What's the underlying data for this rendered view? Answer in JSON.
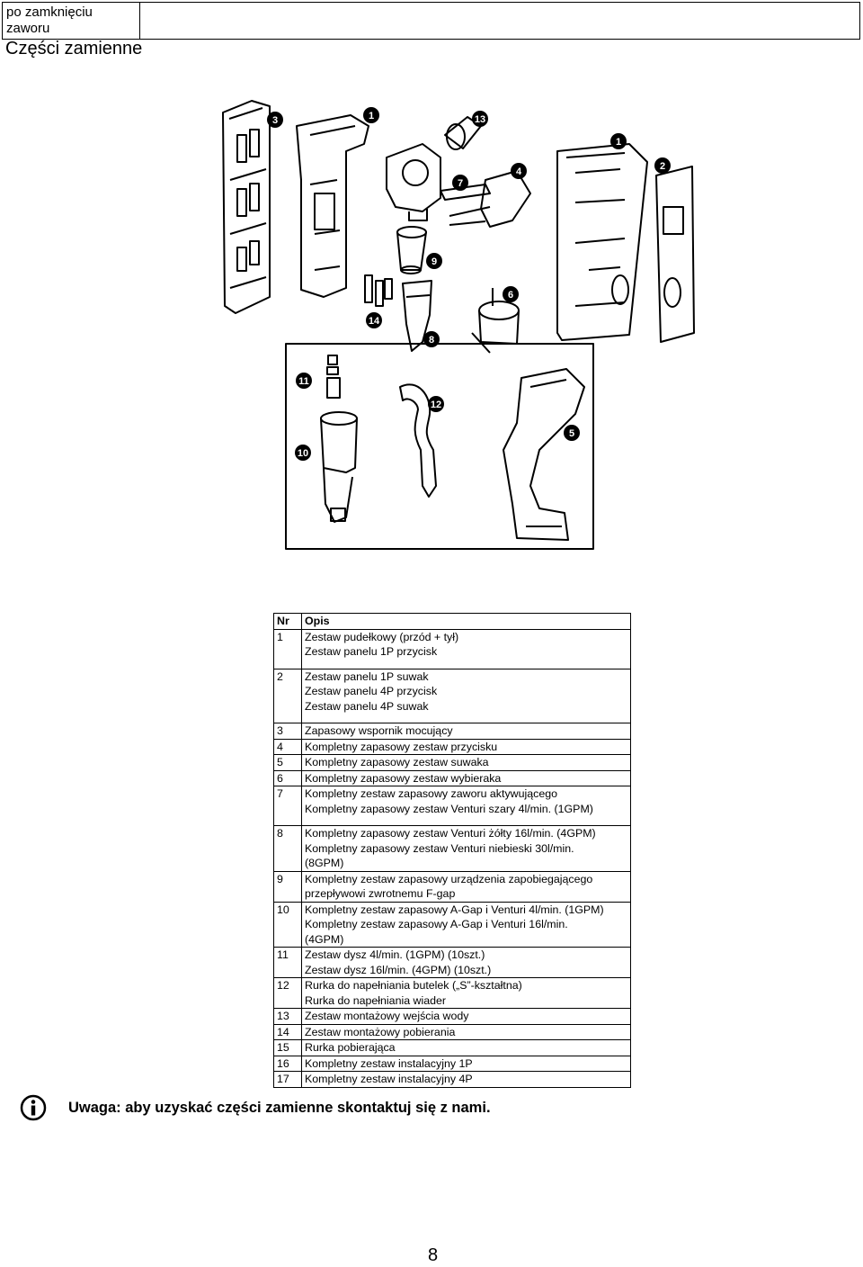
{
  "header": {
    "left_cell": "po zamknięciu zaworu",
    "right_cell": ""
  },
  "section_title": "Części zamienne",
  "diagram": {
    "callouts": [
      "3",
      "1",
      "13",
      "7",
      "4",
      "1",
      "2",
      "9",
      "14",
      "6",
      "8",
      "11",
      "10",
      "12",
      "5"
    ]
  },
  "parts_table": {
    "col_nr": "Nr",
    "col_desc": "Opis",
    "rows": [
      {
        "nr": "1",
        "lines": [
          "Zestaw pudełkowy (przód + tył)",
          "Zestaw panelu 1P przycisk"
        ]
      },
      {
        "nr": "2",
        "lines": [
          "Zestaw panelu 1P suwak",
          "Zestaw panelu 4P przycisk",
          "Zestaw panelu 4P suwak"
        ]
      },
      {
        "nr": "3",
        "lines": [
          "Zapasowy wspornik mocujący"
        ]
      },
      {
        "nr": "4",
        "lines": [
          "Kompletny zapasowy zestaw przycisku"
        ]
      },
      {
        "nr": "5",
        "lines": [
          "Kompletny zapasowy zestaw suwaka"
        ]
      },
      {
        "nr": "6",
        "lines": [
          "Kompletny zapasowy zestaw wybieraka"
        ]
      },
      {
        "nr": "7",
        "lines": [
          "Kompletny zestaw zapasowy zaworu aktywującego",
          "Kompletny zapasowy zestaw Venturi szary 4l/min. (1GPM)"
        ]
      },
      {
        "nr": "8",
        "lines": [
          "Kompletny zapasowy zestaw Venturi żółty 16l/min. (4GPM)",
          "Kompletny zapasowy zestaw Venturi niebieski 30l/min.",
          "(8GPM)"
        ]
      },
      {
        "nr": "9",
        "lines": [
          "Kompletny zestaw zapasowy urządzenia zapobiegającego",
          "przepływowi zwrotnemu F-gap"
        ]
      },
      {
        "nr": "10",
        "lines": [
          "Kompletny zestaw zapasowy A-Gap i Venturi 4l/min. (1GPM)",
          "Kompletny zestaw zapasowy A-Gap i Venturi 16l/min.",
          "(4GPM)"
        ]
      },
      {
        "nr": "11",
        "lines": [
          "Zestaw dysz 4l/min. (1GPM) (10szt.)",
          "Zestaw dysz 16l/min. (4GPM) (10szt.)"
        ]
      },
      {
        "nr": "12",
        "lines": [
          "Rurka do napełniania butelek („S”-kształtna)",
          "Rurka do napełniania wiader"
        ]
      },
      {
        "nr": "13",
        "lines": [
          "Zestaw montażowy wejścia wody"
        ]
      },
      {
        "nr": "14",
        "lines": [
          "Zestaw montażowy pobierania"
        ]
      },
      {
        "nr": "15",
        "lines": [
          "Rurka pobierająca"
        ]
      },
      {
        "nr": "16",
        "lines": [
          "Kompletny zestaw instalacyjny 1P"
        ]
      },
      {
        "nr": "17",
        "lines": [
          "Kompletny zestaw instalacyjny 4P"
        ]
      }
    ]
  },
  "note": {
    "icon": "info-icon",
    "text": "Uwaga: aby uzyskać części zamienne skontaktuj się z nami."
  },
  "page_number": "8"
}
